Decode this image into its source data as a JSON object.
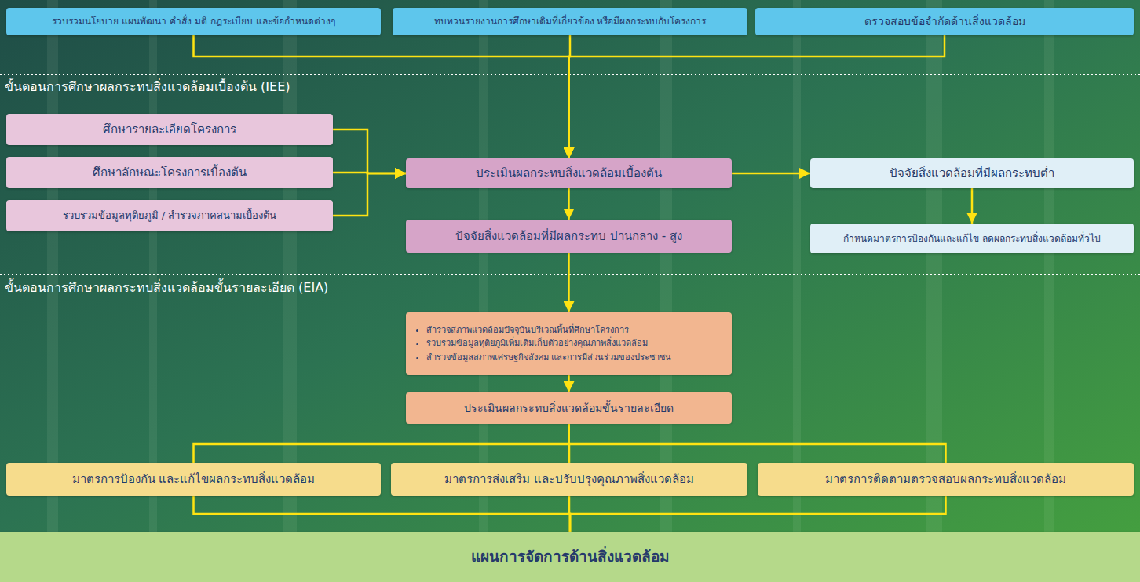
{
  "diagram": {
    "nodes": [
      {
        "text": [
          "รวบรวมนโยบาย แผนพัฒนา คำสั่ง มติ กฎระเบียบ และข้อกำหนดต่างๆ"
        ]
      },
      {
        "text": [
          "ทบทวนรายงานการศึกษาเดิมที่เกี่ยวข้อง หรือมีผลกระทบกับโครงการ"
        ]
      },
      {
        "text": [
          "ตรวจสอบข้อจำกัดด้านสิ่งแวดล้อม"
        ]
      },
      {
        "text": [
          "ศึกษารายละเอียดโครงการ"
        ]
      },
      {
        "text": [
          "ศึกษาลักษณะโครงการเบื้องต้น"
        ]
      },
      {
        "text": [
          "รวบรวมข้อมูลทุติยภูมิ / สำรวจภาคสนามเบื้องต้น"
        ]
      },
      {
        "text": [
          "ประเมินผลกระทบสิ่งแวดล้อมเบื้องต้น"
        ]
      },
      {
        "text": [
          "ปัจจัยสิ่งแวดล้อมที่มีผลกระทบ ปานกลาง - สูง"
        ]
      },
      {
        "text": [
          "ปัจจัยสิ่งแวดล้อมที่มีผลกระทบต่ำ"
        ]
      },
      {
        "text": [
          "กำหนดมาตรการป้องกันและแก้ไข ลดผลกระทบสิ่งแวดล้อมทั่วไป"
        ]
      },
      {
        "text": [
          "สำรวจสภาพแวดล้อมปัจจุบันบริเวณพื้นที่ศึกษาโครงการ",
          "รวบรวมข้อมูลทุติยภูมิเพิ่มเติมเก็บตัวอย่างคุณภาพสิ่งแวดล้อม",
          "สำรวจข้อมูลสภาพเศรษฐกิจสังคม และการมีส่วนร่วมของประชาชน"
        ]
      },
      {
        "text": [
          "ประเมินผลกระทบสิ่งแวดล้อมขั้นรายละเอียด"
        ]
      },
      {
        "text": [
          "มาตรการป้องกัน และแก้ไขผลกระทบสิ่งแวดล้อม"
        ]
      },
      {
        "text": [
          "มาตรการส่งเสริม และปรับปรุงคุณภาพสิ่งแวดล้อม"
        ]
      },
      {
        "text": [
          "มาตรการติดตามตรวจสอบผลกระทบสิ่งแวดล้อม"
        ]
      },
      {
        "text": [
          "แผนการจัดการด้านสิ่งแวดล้อม"
        ]
      }
    ],
    "edges": [
      {
        "from": 0,
        "to": 6,
        "arrow": "to"
      },
      {
        "from": 1,
        "to": 6,
        "arrow": "to"
      },
      {
        "from": 2,
        "to": 6,
        "arrow": "to"
      },
      {
        "from": 3,
        "to": 6,
        "arrow": "to"
      },
      {
        "from": 4,
        "to": 6,
        "arrow": "to"
      },
      {
        "from": 5,
        "to": 6,
        "arrow": "to"
      },
      {
        "from": 6,
        "to": 8,
        "arrow": "to"
      },
      {
        "from": 6,
        "to": 7,
        "arrow": "to"
      },
      {
        "from": 8,
        "to": 9,
        "arrow": "to"
      },
      {
        "from": 7,
        "to": 10,
        "arrow": "to"
      },
      {
        "from": 10,
        "to": 11,
        "arrow": "to"
      },
      {
        "from": 11,
        "to": 12,
        "arrow": "none"
      },
      {
        "from": 11,
        "to": 13,
        "arrow": "none"
      },
      {
        "from": 11,
        "to": 14,
        "arrow": "none"
      },
      {
        "from": 12,
        "to": 15,
        "arrow": "none"
      },
      {
        "from": 13,
        "to": 15,
        "arrow": "none"
      },
      {
        "from": 14,
        "to": 15,
        "arrow": "none"
      }
    ],
    "labels": [
      "ขั้นตอนการศึกษาผลกระทบสิ่งแวดล้อมเบื้องต้น (IEE)",
      "ขั้นตอนการศึกษาผลกระทบสิ่งแวดล้อมขั้นรายละเอียด (EIA)"
    ]
  }
}
